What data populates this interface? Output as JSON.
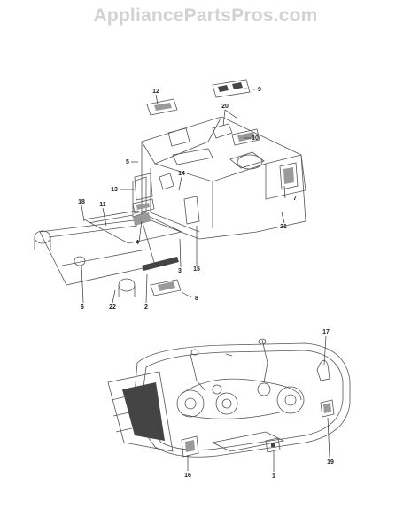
{
  "watermark": "AppliancePartsPros.com",
  "callouts": [
    "12",
    "9",
    "20",
    "10",
    "5",
    "14",
    "13",
    "18",
    "11",
    "7",
    "21",
    "4",
    "3",
    "15",
    "8",
    "6",
    "22",
    "2",
    "17",
    "16",
    "1",
    "19"
  ]
}
